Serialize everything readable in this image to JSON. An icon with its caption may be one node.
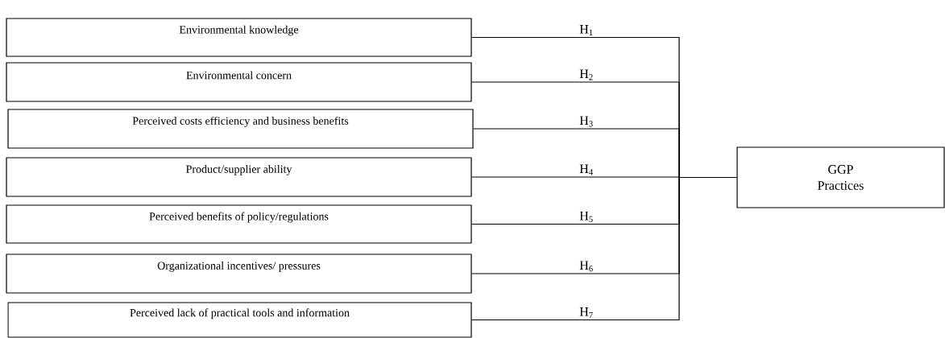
{
  "diagram": {
    "nodes": [
      {
        "text": [
          "Environmental knowledge"
        ]
      },
      {
        "text": [
          "Environmental concern"
        ]
      },
      {
        "text": [
          "Perceived costs efficiency and business benefits"
        ]
      },
      {
        "text": [
          "Product/supplier ability"
        ]
      },
      {
        "text": [
          "Perceived benefits of policy/regulations"
        ]
      },
      {
        "text": [
          "Organizational incentives/ pressures"
        ]
      },
      {
        "text": [
          "Perceived lack of practical tools and information"
        ]
      },
      {
        "text": [
          "GGP Practices"
        ]
      }
    ],
    "edges": [
      {
        "from": 0,
        "to": 7,
        "arrow": "none",
        "label": "H$_{1}$"
      },
      {
        "from": 1,
        "to": 7,
        "arrow": "none",
        "label": "H$_{2}$"
      },
      {
        "from": 2,
        "to": 7,
        "arrow": "none",
        "label": "H$_{3}$"
      },
      {
        "from": 3,
        "to": 7,
        "arrow": "none",
        "label": "H$_{4}$"
      },
      {
        "from": 4,
        "to": 7,
        "arrow": "none",
        "label": "H$_{5}$"
      },
      {
        "from": 5,
        "to": 7,
        "arrow": "none",
        "label": "H$_{6}$"
      },
      {
        "from": 6,
        "to": 7,
        "arrow": "none",
        "label": "H$_{7}$"
      }
    ]
  }
}
